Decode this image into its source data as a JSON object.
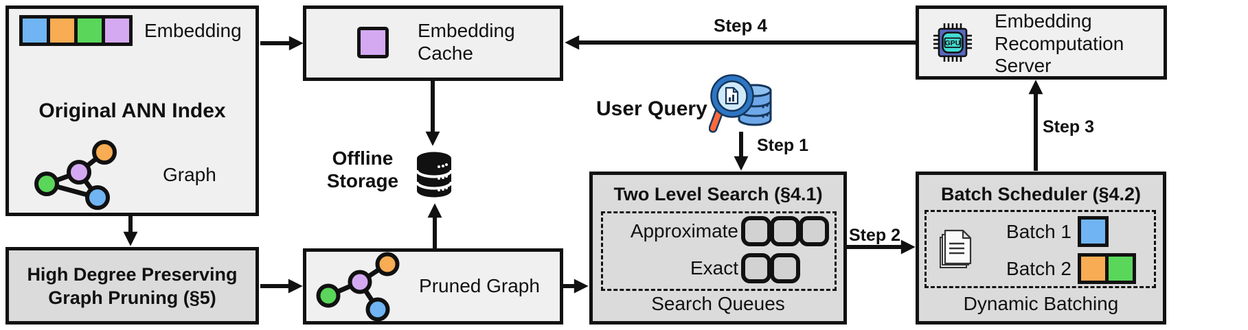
{
  "colors": {
    "embedding_blue": "#70B4F4",
    "embedding_orange": "#F8AC53",
    "embedding_green": "#5AD65A",
    "embedding_purple": "#D4A9F2",
    "box_light_gray": "#F0F0F0",
    "box_dark_gray": "#DBDBDB",
    "queue_slot_gray": "#D2D2D2",
    "gpu_chip_body": "#5868BD",
    "gpu_chip_core": "#45DCD4",
    "query_db_blue": "#6FA8E8",
    "magnifier_handle_orange": "#FF6A3C",
    "outline_black": "#111111"
  },
  "nodes": {
    "original_ann_index": {
      "title": "Original ANN Index",
      "embedding_label": "Embedding",
      "graph_label": "Graph"
    },
    "embedding_cache": {
      "label": "Embedding Cache"
    },
    "offline_storage": {
      "label": "Offline Storage"
    },
    "user_query": {
      "label": "User Query"
    },
    "two_level_search": {
      "title": "Two Level Search (§4.1)",
      "rows": [
        {
          "label": "Approximate",
          "queue_count": 3
        },
        {
          "label": "Exact",
          "queue_count": 2
        }
      ],
      "caption": "Search Queues"
    },
    "batch_scheduler": {
      "title": "Batch Scheduler (§4.2)",
      "rows": [
        {
          "label": "Batch 1",
          "chip_colors": [
            "#70B4F4"
          ]
        },
        {
          "label": "Batch 2",
          "chip_colors": [
            "#F8AC53",
            "#5AD65A"
          ]
        }
      ],
      "caption": "Dynamic Batching"
    },
    "recomputation_server": {
      "label": "Embedding Recomputation Server",
      "chip_label": "GPU"
    },
    "graph_pruning": {
      "label": "High Degree Preserving Graph Pruning (§5)"
    },
    "pruned_graph": {
      "label": "Pruned Graph"
    }
  },
  "arrows": {
    "step1": "Step 1",
    "step2": "Step 2",
    "step3": "Step 3",
    "step4": "Step 4"
  }
}
